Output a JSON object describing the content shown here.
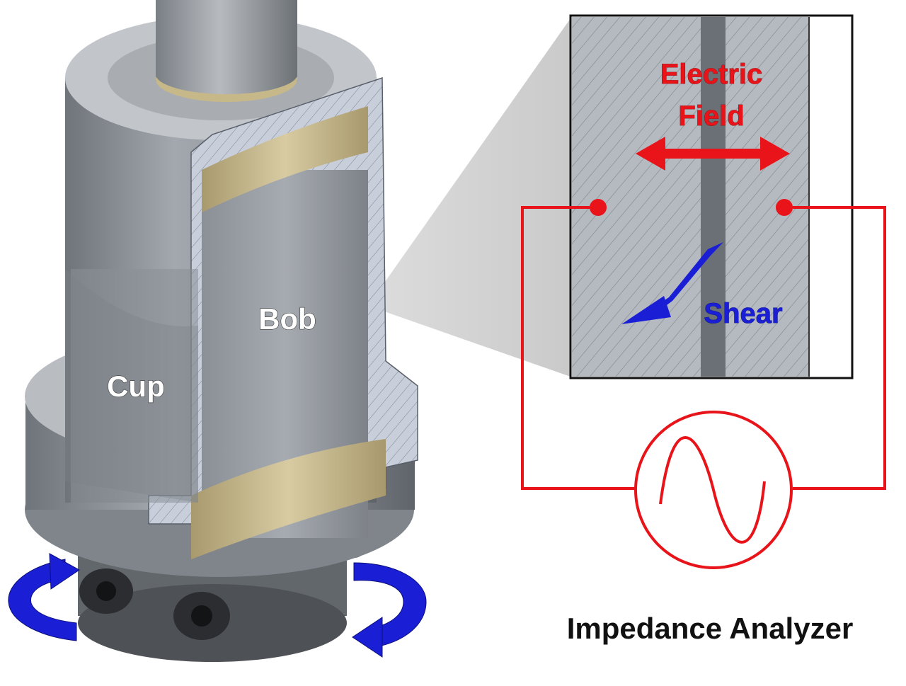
{
  "labels": {
    "bob": "Bob",
    "cup": "Cup",
    "electric_field_line1": "Electric",
    "electric_field_line2": "Field",
    "shear": "Shear",
    "impedance_analyzer": "Impedance Analyzer"
  },
  "colors": {
    "circuit_red": "#e8141a",
    "rotation_blue": "#1a1fd6",
    "cup_gray": "#8c9096",
    "bob_gray": "#9aa0a6",
    "bushing_tan": "#c9b98d"
  },
  "icons": {
    "ac_source": "sine-wave-circle-icon",
    "rotation_left": "curved-arrow-icon",
    "rotation_right": "curved-arrow-icon"
  }
}
